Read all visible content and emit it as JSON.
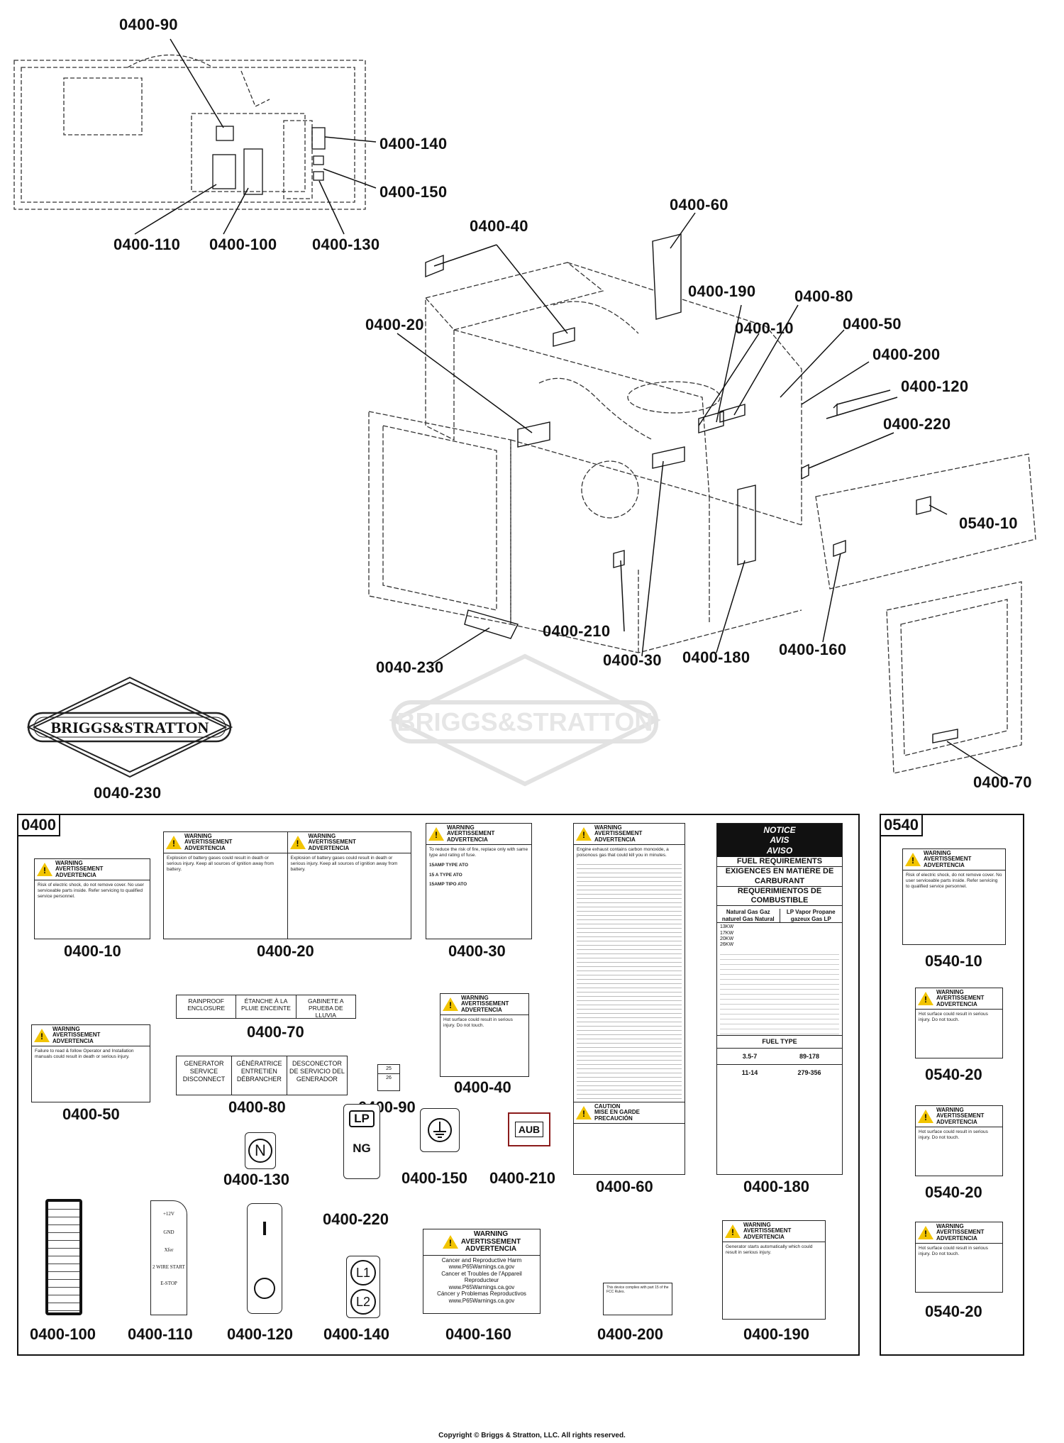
{
  "callouts": {
    "c0400_90": "0400-90",
    "c0400_140": "0400-140",
    "c0400_150": "0400-150",
    "c0400_110": "0400-110",
    "c0400_100": "0400-100",
    "c0400_130": "0400-130",
    "c0400_40": "0400-40",
    "c0400_60": "0400-60",
    "c0400_20": "0400-20",
    "c0400_190": "0400-190",
    "c0400_80": "0400-80",
    "c0400_10": "0400-10",
    "c0400_50": "0400-50",
    "c0400_200": "0400-200",
    "c0400_120": "0400-120",
    "c0400_220": "0400-220",
    "c0540_10": "0540-10",
    "c0400_210": "0400-210",
    "c0400_30": "0400-30",
    "c0400_180": "0400-180",
    "c0400_160": "0400-160",
    "c0040_230": "0040-230",
    "c0040_230b": "0040-230",
    "c0400_70": "0400-70"
  },
  "logo": {
    "text": "BRIGGS&STRATTON",
    "watermark": "BRIGGS&STRATTON"
  },
  "panels": {
    "left_tag": "0400",
    "right_tag": "0540"
  },
  "decals": {
    "warning_head": "WARNING\nAVERTISSEMENT\nADVERTENCIA",
    "d10_text": "Risk of electric shock, do not remove cover. No user serviceable parts inside. Refer servicing to qualified service personnel.",
    "d20_text": "Explosion of battery gases could result in death or serious injury. Keep all sources of ignition away from battery.",
    "d30_text": "To reduce the risk of fire, replace only with same type and rating of fuse.",
    "d30_b": "15AMP TYPE ATO",
    "d30_c": "15 A TYPE ATO",
    "d30_d": "15AMP TIPO ATO",
    "d40_text": "Hot surface could result in serious injury. Do not touch.",
    "d50_text": "Failure to read & follow Operator and Installation manuals could result in death or serious injury.",
    "d60_text": "Engine exhaust contains carbon monoxide, a poisonous gas that could kill you in minutes.",
    "d60_caution": "CAUTION\nMISE EN GARDE\nPRECAUCIÓN",
    "d70": [
      "RAINPROOF ENCLOSURE",
      "ÉTANCHE À LA PLUIE ENCEINTE",
      "GABINETE A PRUEBA DE LLUVIA"
    ],
    "d80": [
      "GENERATOR SERVICE DISCONNECT",
      "GÉNÉRATRICE ENTRETIEN DÉBRANCHER",
      "DESCONECTOR DE SERVICIO DEL GENERADOR"
    ],
    "d90": [
      "25",
      "26"
    ],
    "d130": "N",
    "d220": [
      "LP",
      "NG"
    ],
    "d210": "AUB",
    "d140": [
      "L1",
      "L2"
    ],
    "d110": [
      "+12V",
      "GND",
      "Xfer",
      "2 WIRE START",
      "E-STOP"
    ],
    "d120": "I",
    "d160": {
      "head": "WARNING\nAVERTISSEMENT\nADVERTENCIA",
      "lines": [
        "Cancer and Reproductive Harm",
        "www.P65Warnings.ca.gov",
        "Cancer et Troubles de l'Appareil Reproducteur",
        "www.P65Warnings.ca.gov",
        "Cáncer y Problemas Reproductivos",
        "www.P65Warnings.ca.gov"
      ]
    },
    "d180": {
      "notice": "NOTICE\nAVIS\nAVISO",
      "h1": "FUEL REQUIREMENTS",
      "h2": "EXIGENCES EN MATIÈRE DE CARBURANT",
      "h3": "REQUERIMIENTOS DE COMBUSTIBLE",
      "col1": "Natural Gas Gaz naturel Gas Natural",
      "col2": "LP Vapor Propane gazeux Gas LP",
      "rows": [
        "13KW",
        "17KW",
        "20KW",
        "26KW"
      ],
      "type_label": "FUEL TYPE",
      "ng_range": "3.5-7",
      "ng_mm": "89-178",
      "lp_range": "11-14",
      "lp_mm": "279-356"
    },
    "d190_text": "Generator starts automatically which could result in serious injury.",
    "d200_text": "This device complies with part 15 of the FCC Rules."
  },
  "captions": {
    "cap_0400_10": "0400-10",
    "cap_0400_20": "0400-20",
    "cap_0400_30": "0400-30",
    "cap_0400_70": "0400-70",
    "cap_0400_40": "0400-40",
    "cap_0400_50": "0400-50",
    "cap_0400_80": "0400-80",
    "cap_0400_90": "0400-90",
    "cap_0400_60": "0400-60",
    "cap_0400_180": "0400-180",
    "cap_0400_130": "0400-130",
    "cap_0400_150": "0400-150",
    "cap_0400_210": "0400-210",
    "cap_0400_220": "0400-220",
    "cap_0400_100": "0400-100",
    "cap_0400_110": "0400-110",
    "cap_0400_120": "0400-120",
    "cap_0400_140": "0400-140",
    "cap_0400_160": "0400-160",
    "cap_0400_200": "0400-200",
    "cap_0400_190": "0400-190",
    "cap_0540_10": "0540-10",
    "cap_0540_20a": "0540-20",
    "cap_0540_20b": "0540-20",
    "cap_0540_20c": "0540-20"
  },
  "copyright": "Copyright © Briggs & Stratton, LLC. All rights reserved."
}
